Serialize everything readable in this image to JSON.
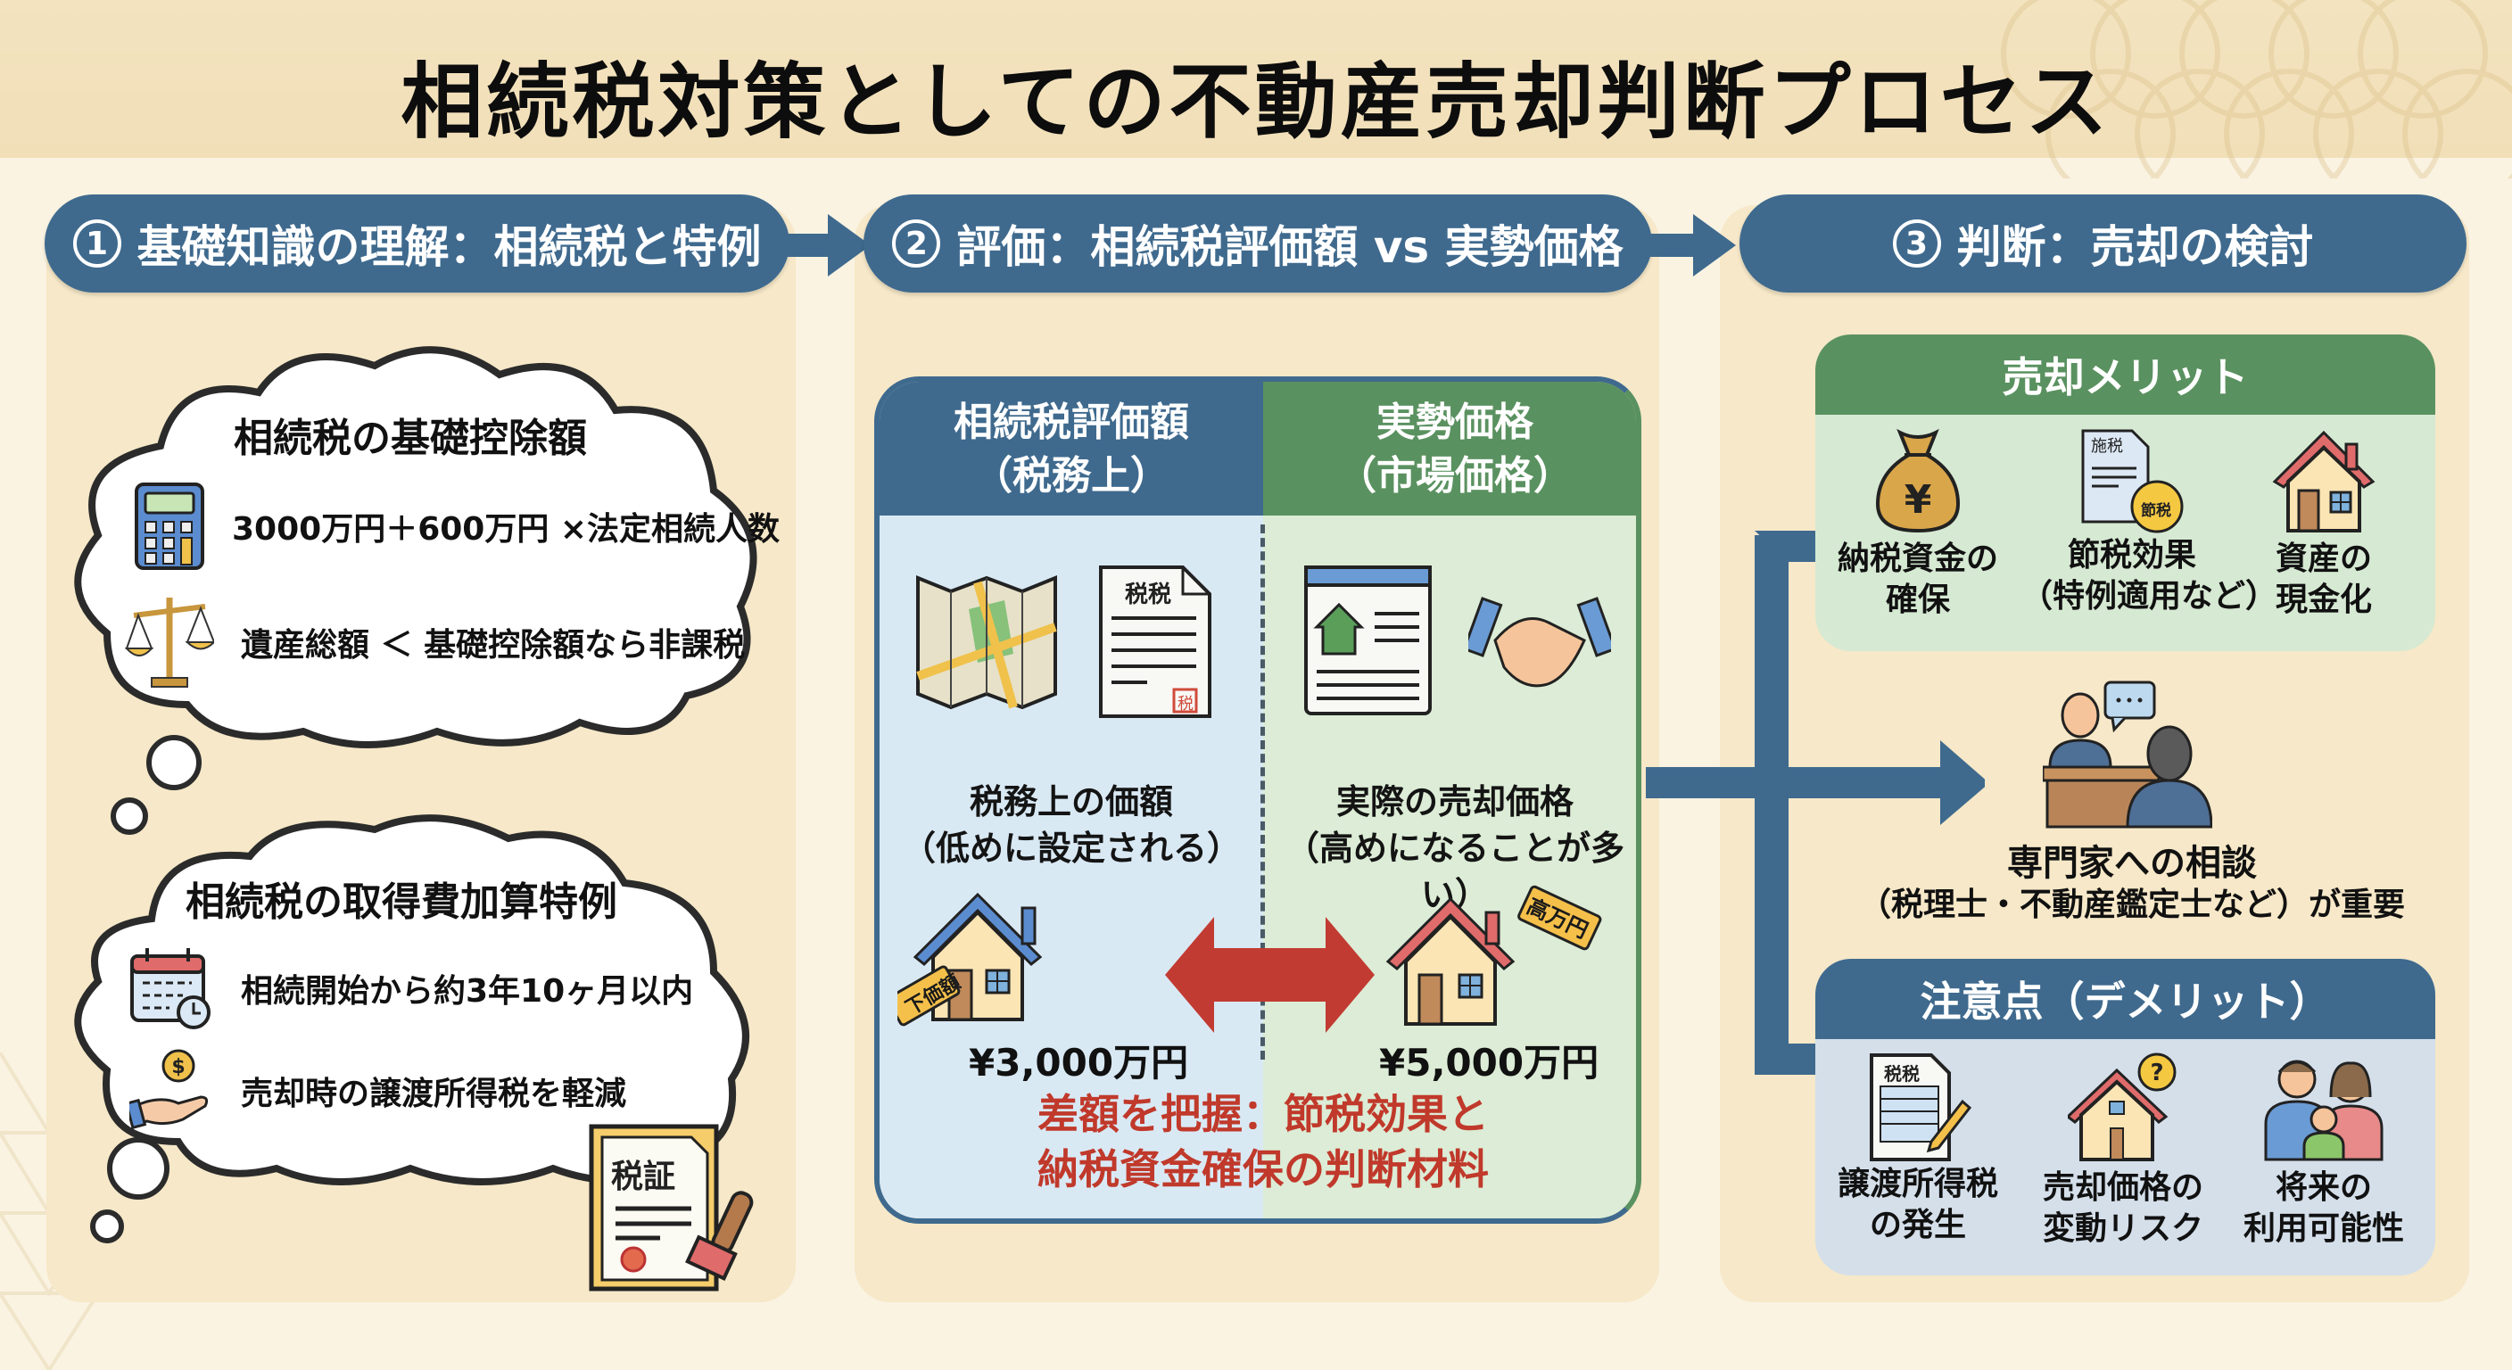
{
  "title": "相続税対策としての不動産売却判断プロセス",
  "colors": {
    "header_blue": "#3f6a8e",
    "header_green": "#5a9160",
    "accent_red": "#c0392b",
    "background": "#faf3e2",
    "column_bg": "#f6e8c8"
  },
  "steps": [
    {
      "number": "1",
      "label": "基礎知識の理解：相続税と特例"
    },
    {
      "number": "2",
      "label": "評価：相続税評価額 vs 実勢価格"
    },
    {
      "number": "3",
      "label": "判断：売却の検討"
    }
  ],
  "column1": {
    "cloud1": {
      "title": "相続税の基礎控除額",
      "rows": [
        {
          "icon": "calculator-icon",
          "text": "3000万円＋600万円 ×法定相続人数"
        },
        {
          "icon": "scales-icon",
          "text": "遺産総額 ＜ 基礎控除額なら非課税"
        }
      ]
    },
    "cloud2": {
      "title": "相続税の取得費加算特例",
      "rows": [
        {
          "icon": "calendar-clock-icon",
          "text": "相続開始から約3年10ヶ月以内"
        },
        {
          "icon": "hand-coin-icon",
          "text": "売却時の譲渡所得税を軽減"
        }
      ]
    },
    "certificate_label": "税証"
  },
  "column2": {
    "left_header_line1": "相続税評価額",
    "left_header_line2": "（税務上）",
    "right_header_line1": "実勢価格",
    "right_header_line2": "（市場価格）",
    "left_doc_label": "税税",
    "left_stamp": "税",
    "left_caption_line1": "税務上の価額",
    "left_caption_line2": "（低めに設定される）",
    "right_caption_line1": "実際の売却価格",
    "right_caption_line2": "（高めになることが多い）",
    "left_tag": "下価額",
    "right_tag": "高万円",
    "left_price": "¥3,000万円",
    "right_price": "¥5,000万円",
    "conclusion_line1": "差額を把握：節税効果と",
    "conclusion_line2": "納税資金確保の判断材料"
  },
  "column3": {
    "merits": {
      "title": "売却メリット",
      "items": [
        {
          "icon": "money-bag-yen-icon",
          "line1": "納税資金の",
          "line2": "確保"
        },
        {
          "icon": "tax-document-icon",
          "line1": "節税効果",
          "line2": "（特例適用など）",
          "doc_label": "施税",
          "coin_label": "節税"
        },
        {
          "icon": "house-icon",
          "line1": "資産の",
          "line2": "現金化"
        }
      ]
    },
    "consult": {
      "line1": "専門家への相談",
      "line2": "（税理士・不動産鑑定士など）が重要"
    },
    "cautions": {
      "title": "注意点（デメリット）",
      "items": [
        {
          "icon": "tax-form-pen-icon",
          "line1": "譲渡所得税",
          "line2": "の発生",
          "doc_label": "税税"
        },
        {
          "icon": "house-question-icon",
          "line1": "売却価格の",
          "line2": "変動リスク"
        },
        {
          "icon": "family-icon",
          "line1": "将来の",
          "line2": "利用可能性"
        }
      ]
    }
  }
}
